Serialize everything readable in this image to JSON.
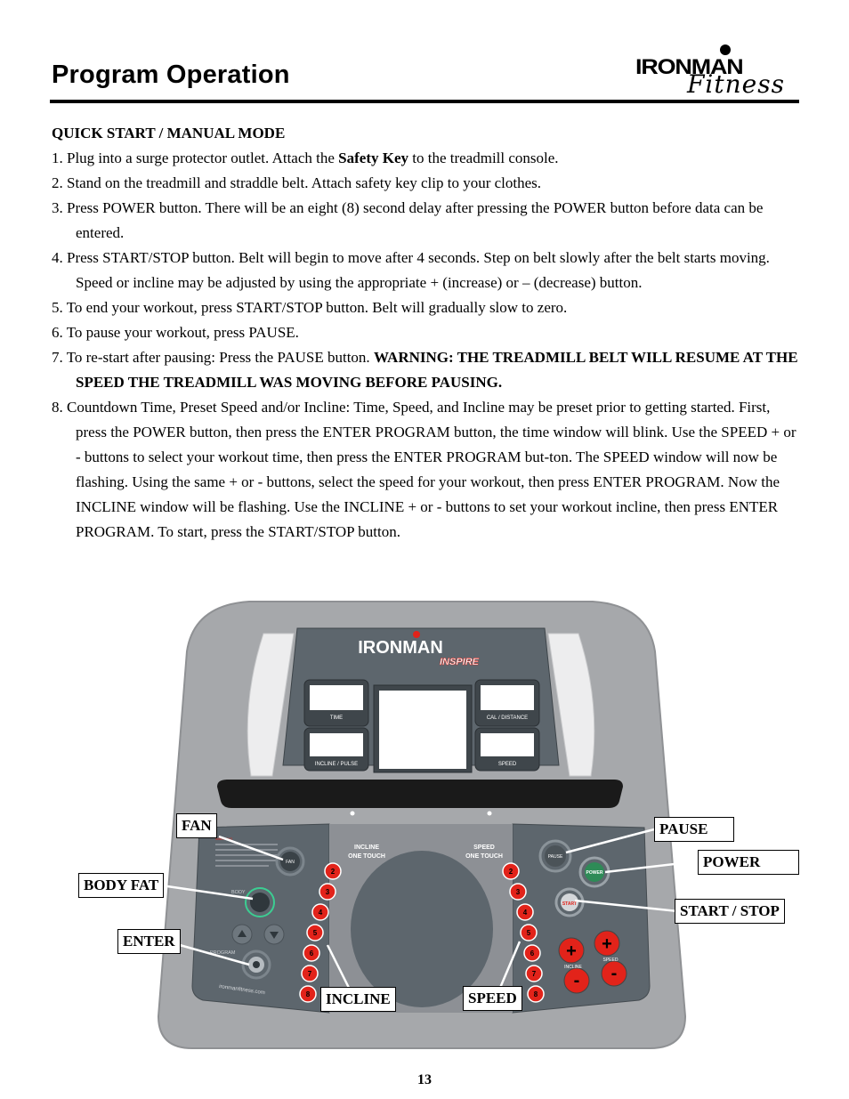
{
  "header": {
    "title": "Program Operation",
    "logo_main": "IRONMAN",
    "logo_sub": "Fitness"
  },
  "quick_start": {
    "heading": "QUICK START / MANUAL MODE",
    "steps": [
      {
        "num": "1.",
        "text_a": "Plug into a surge protector outlet. Attach the ",
        "bold": "Safety Key",
        "text_b": " to the treadmill console."
      },
      {
        "num": "2.",
        "text": "Stand on the treadmill and straddle belt. Attach safety key clip to your clothes."
      },
      {
        "num": "3.",
        "text": "Press POWER button. There will be an eight (8) second delay after pressing the POWER button before data can be entered."
      },
      {
        "num": "4.",
        "text": "Press START/STOP button. Belt will begin to move after 4 seconds.  Step on belt slowly after the belt starts moving. Speed or incline may be adjusted by using the appropriate + (increase) or – (decrease) button."
      },
      {
        "num": "5.",
        "text": "To end your workout, press START/STOP button.  Belt will gradually slow to zero."
      },
      {
        "num": "6.",
        "text": "To pause your workout, press PAUSE."
      },
      {
        "num": "7.",
        "text": "To re-start after pausing:  Press the PAUSE button.  ",
        "warning": "WARNING: THE TREADMILL BELT WILL RESUME AT THE SPEED THE TREADMILL WAS MOVING BEFORE PAUSING."
      },
      {
        "num": "8.",
        "text": "Countdown Time, Preset Speed and/or Incline:  Time, Speed, and Incline may be preset prior to getting started. First, press the POWER button, then press the ENTER PROGRAM button, the time window will blink. Use the SPEED + or - buttons to select your workout time, then press the ENTER PROGRAM but-ton. The SPEED window will now be flashing. Using the same + or - buttons, select the speed for your workout, then press ENTER PROGRAM. Now the INCLINE window will be flashing. Use the INCLINE + or - buttons to set your workout incline, then press ENTER PROGRAM. To start, press the START/STOP button."
      }
    ]
  },
  "console": {
    "brand": "IRONMAN",
    "model": "INSPIRE",
    "windows": {
      "time": "TIME",
      "cal_distance": "CAL / DISTANCE",
      "incline_pulse": "INCLINE / PULSE",
      "speed": "SPEED"
    },
    "incline_one_touch": [
      "INCLINE",
      "ONE TOUCH"
    ],
    "speed_one_touch": [
      "SPEED",
      "ONE TOUCH"
    ],
    "one_touch_incline_values": [
      "2",
      "3",
      "4",
      "5",
      "6",
      "7",
      "8"
    ],
    "one_touch_speed_values": [
      "2",
      "3",
      "4",
      "5",
      "6",
      "7",
      "8"
    ],
    "fan_label": "FAN",
    "body_label": "BODY",
    "program_label": "PROGRAM",
    "pause_label": "PAUSE",
    "power_label": "POWER",
    "start_label": "START",
    "incline_ctrl_label": "INCLINE",
    "speed_ctrl_label": "SPEED",
    "plus": "+",
    "minus": "-",
    "website": "ironmanfitness.com",
    "colors": {
      "body": "#a6a8ab",
      "panel": "#5d666d",
      "window": "#ffffff",
      "accent_red": "#e2231a",
      "power_green": "#2e8b57",
      "bezel": "#1a1a1a"
    }
  },
  "callouts": {
    "fan": "FAN",
    "body_fat": "BODY FAT",
    "enter": "ENTER",
    "incline": "INCLINE",
    "speed": "SPEED",
    "pause": "PAUSE",
    "power": "POWER",
    "start_stop": "START / STOP"
  },
  "page_number": "13"
}
